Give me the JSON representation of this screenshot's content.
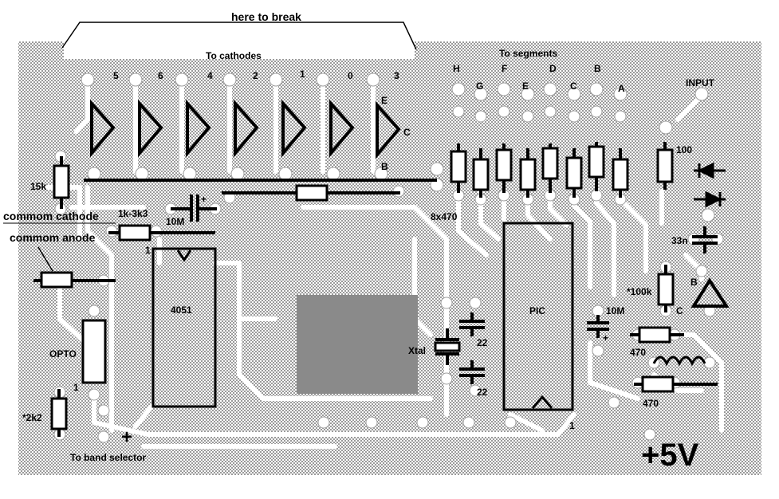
{
  "diagram": {
    "heading_break": "here to break",
    "to_cathodes": "To cathodes",
    "to_segments": "To segments",
    "input": "INPUT",
    "digit_labels": [
      "5",
      "6",
      "4",
      "2",
      "1",
      "0",
      "3"
    ],
    "segment_letters": [
      "H",
      "G",
      "F",
      "E",
      "D",
      "C",
      "B",
      "A"
    ],
    "transistor_pins": {
      "e": "E",
      "c": "C",
      "b": "B"
    },
    "r_15k": "15k",
    "common_cathode": "commom cathode",
    "common_anode": "commom anode",
    "r_1k_3k3": "1k-3k3",
    "cap_10m_left": "10M",
    "pin1": "1",
    "ic_4051": "4051",
    "opto": "OPTO",
    "opto_pin": "1",
    "r_2k2": "*2k2",
    "to_band_selector": "To band selector",
    "plus": "+",
    "r_8x470": "8x470",
    "pic": "PIC",
    "pic_pin": "1",
    "xtal": "Xtal",
    "cap_22_top": "22",
    "cap_22_bottom": "22",
    "cap_10m_right": "10M",
    "r_470_top": "470",
    "r_470_bottom": "470",
    "r_100": "100",
    "cap_33n": "33n",
    "r_100k": "*100k",
    "tr_b": "B",
    "tr_c": "C",
    "plus_5v": "+5V",
    "cap_plus": "+"
  }
}
